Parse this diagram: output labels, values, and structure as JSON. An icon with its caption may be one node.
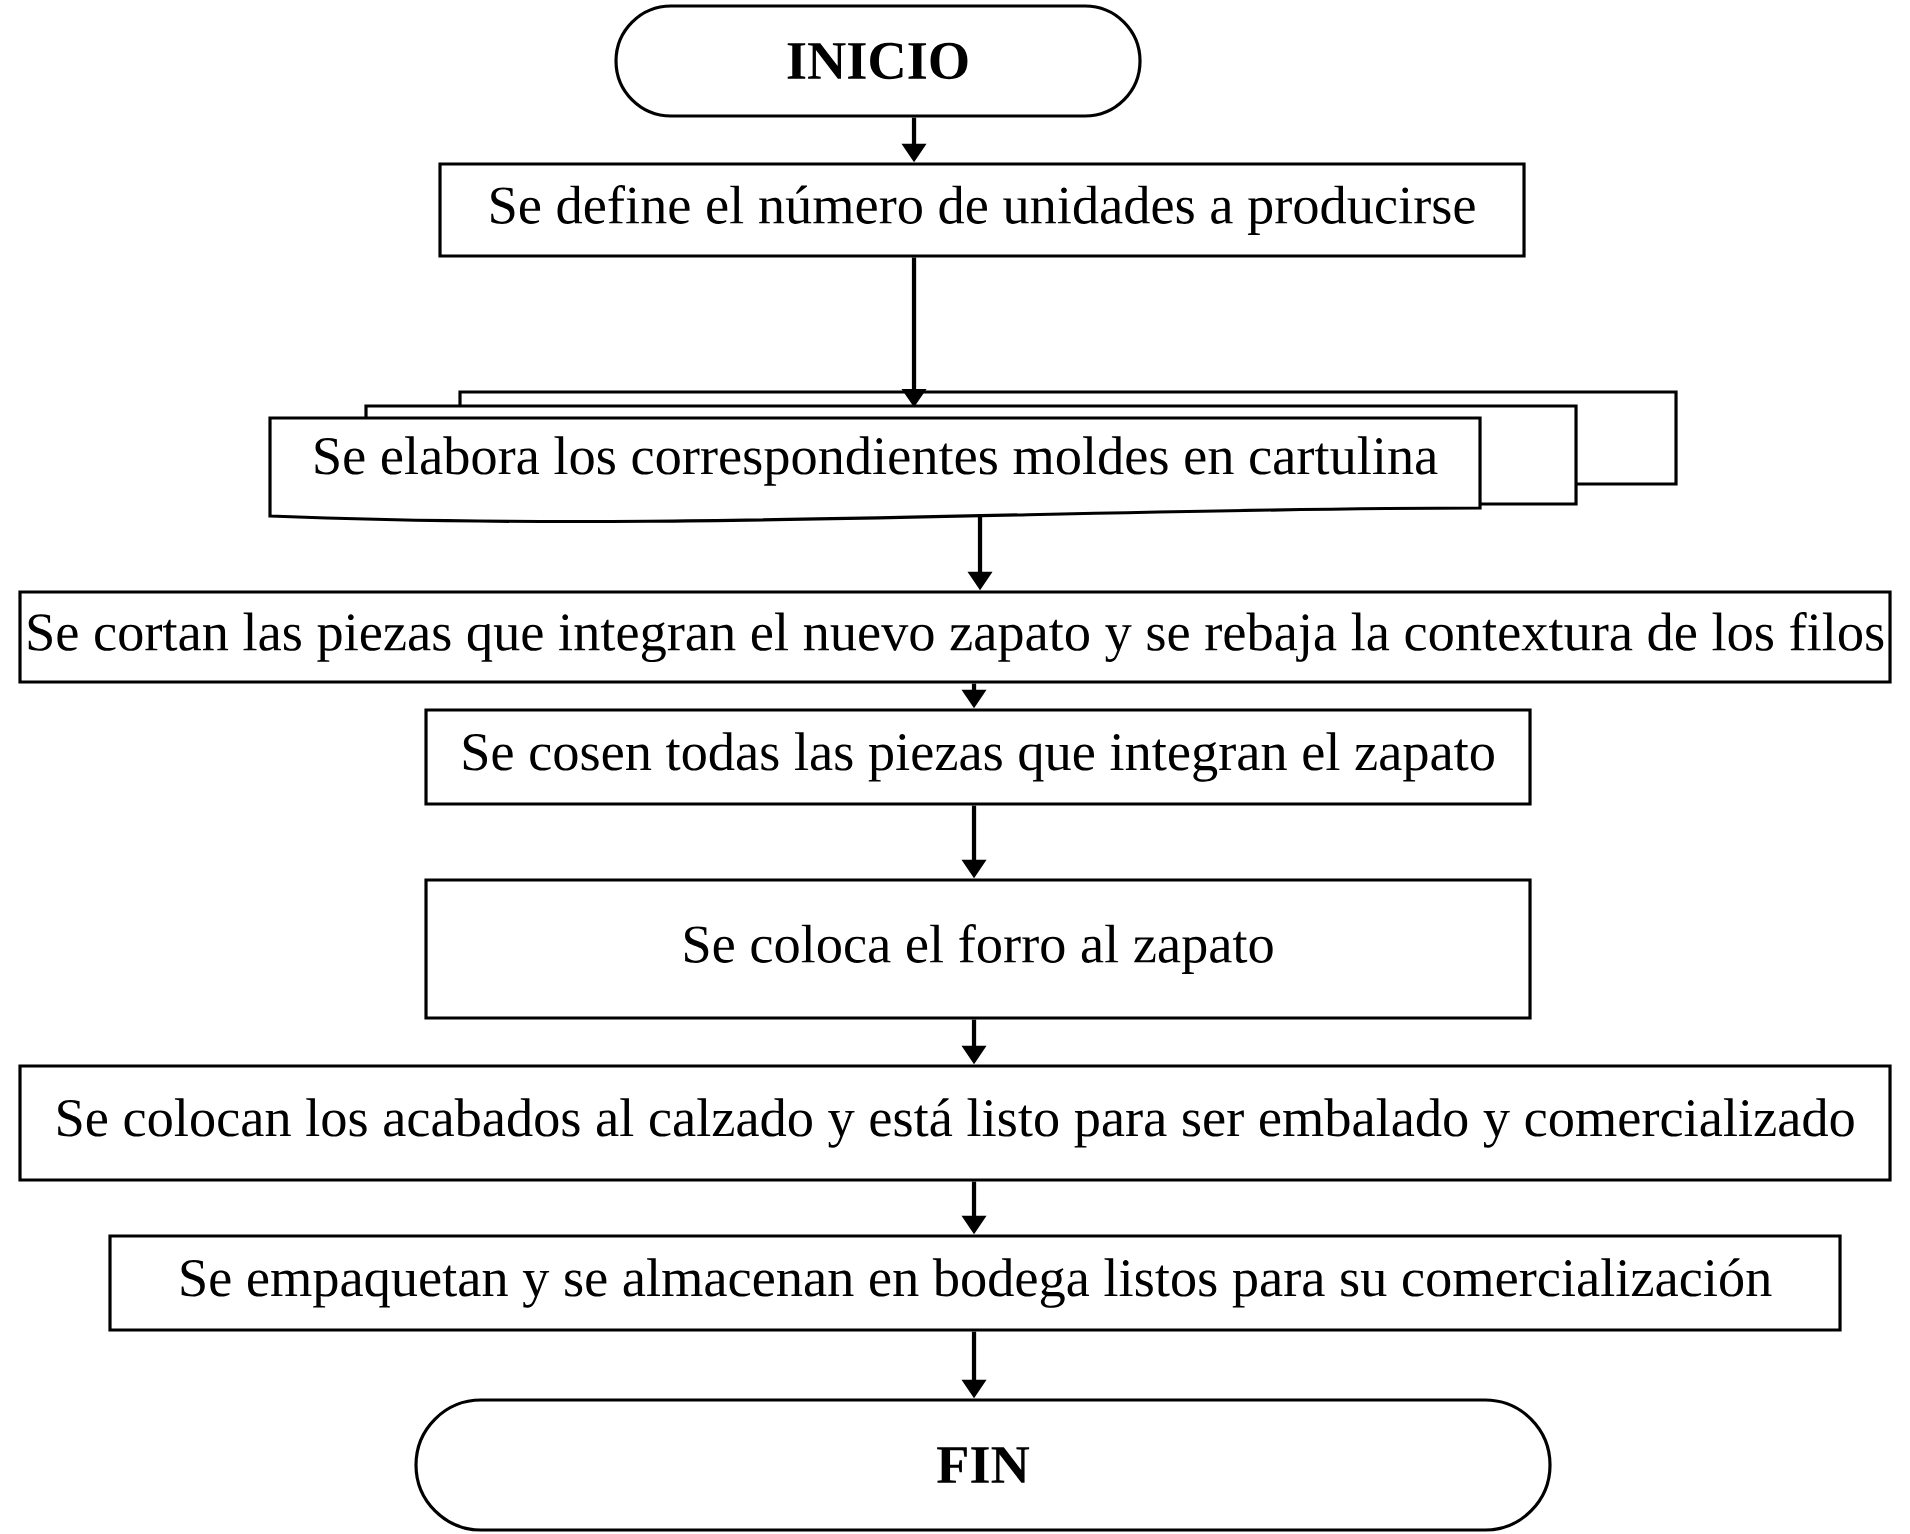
{
  "diagram": {
    "nodes": [
      {
        "text": [
          "INICIO"
        ]
      },
      {
        "text": [
          "Se define el número de unidades a producirse"
        ]
      },
      {
        "text": [
          "Se elabora los correspondientes moldes en cartulina"
        ]
      },
      {
        "text": [
          "Se cortan las piezas que integran el nuevo zapato y se rebaja la contextura de los filos"
        ]
      },
      {
        "text": [
          "Se cosen todas las piezas que integran el zapato"
        ]
      },
      {
        "text": [
          "Se coloca el forro al zapato"
        ]
      },
      {
        "text": [
          "Se colocan los acabados al calzado y está listo para ser embalado y comercializado"
        ]
      },
      {
        "text": [
          "Se empaquetan y se almacenan en bodega listos para su comercialización"
        ]
      },
      {
        "text": [
          "FIN"
        ]
      }
    ],
    "edges": [
      {
        "from": 0,
        "to": 1,
        "arrow": "to"
      },
      {
        "from": 1,
        "to": 2,
        "arrow": "to"
      },
      {
        "from": 2,
        "to": 3,
        "arrow": "to"
      },
      {
        "from": 3,
        "to": 4,
        "arrow": "to"
      },
      {
        "from": 4,
        "to": 5,
        "arrow": "to"
      },
      {
        "from": 5,
        "to": 6,
        "arrow": "to"
      },
      {
        "from": 6,
        "to": 7,
        "arrow": "to"
      },
      {
        "from": 7,
        "to": 8,
        "arrow": "to"
      }
    ]
  }
}
